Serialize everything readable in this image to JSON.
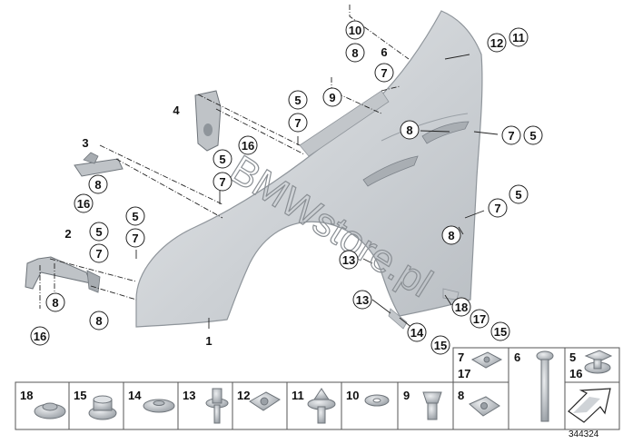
{
  "labels": {
    "n1": "1",
    "n2": "2",
    "n3": "3",
    "n4": "4",
    "n5": "5",
    "n6": "6",
    "n7": "7",
    "n8": "8",
    "n9": "9",
    "n10": "10",
    "n11": "11",
    "n12": "12",
    "n13": "13",
    "n14": "14",
    "n15": "15",
    "n16": "16",
    "n17": "17",
    "n18": "18"
  },
  "watermark": "BMWstore.pl",
  "diagram_number": "344324",
  "colors": {
    "part_fill": "#cfd3d7",
    "part_stroke": "#8f959b",
    "line": "#222222",
    "watermark": "#8a8f94"
  }
}
